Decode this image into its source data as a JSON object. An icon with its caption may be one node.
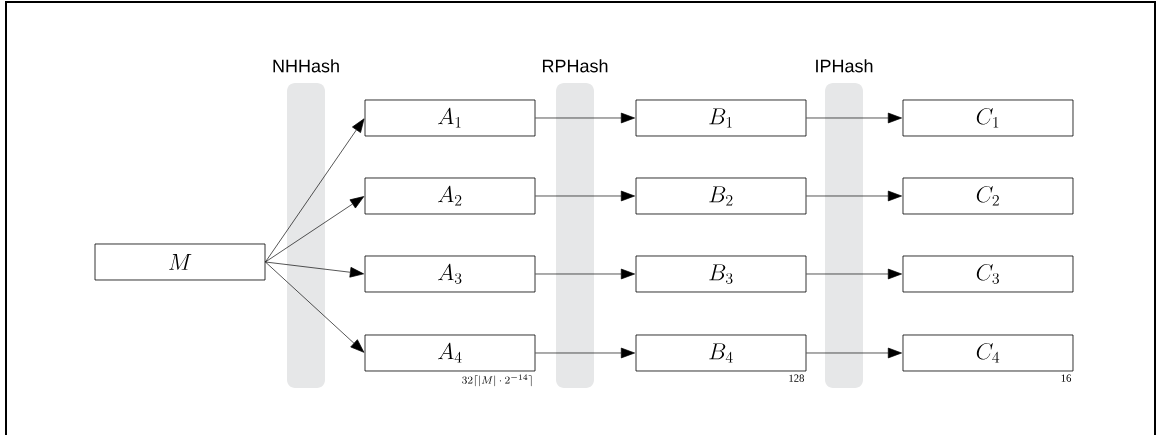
{
  "diagram": {
    "nodes": [
      {
        "text": [
          "M"
        ]
      },
      {
        "text": [
          "A_1"
        ]
      },
      {
        "text": [
          "A_2"
        ]
      },
      {
        "text": [
          "A_3"
        ]
      },
      {
        "text": [
          "A_4"
        ],
        "beside": [
          "32\\lceil |M|\\cdot 2^{-14}\\rceil"
        ]
      },
      {
        "text": [
          "B_1"
        ]
      },
      {
        "text": [
          "B_2"
        ]
      },
      {
        "text": [
          "B_3"
        ]
      },
      {
        "text": [
          "B_4"
        ],
        "beside": [
          "128"
        ]
      },
      {
        "text": [
          "C_1"
        ]
      },
      {
        "text": [
          "C_2"
        ]
      },
      {
        "text": [
          "C_3"
        ]
      },
      {
        "text": [
          "C_4"
        ],
        "beside": [
          "16"
        ]
      }
    ],
    "edges": [
      {
        "from": 0,
        "to": 1,
        "arrow": "to"
      },
      {
        "from": 0,
        "to": 2,
        "arrow": "to"
      },
      {
        "from": 0,
        "to": 3,
        "arrow": "to"
      },
      {
        "from": 0,
        "to": 4,
        "arrow": "to"
      },
      {
        "from": 1,
        "to": 5,
        "arrow": "to"
      },
      {
        "from": 2,
        "to": 6,
        "arrow": "to"
      },
      {
        "from": 3,
        "to": 7,
        "arrow": "to"
      },
      {
        "from": 4,
        "to": 8,
        "arrow": "to"
      },
      {
        "from": 5,
        "to": 9,
        "arrow": "to"
      },
      {
        "from": 6,
        "to": 10,
        "arrow": "to"
      },
      {
        "from": 7,
        "to": 11,
        "arrow": "to"
      },
      {
        "from": 8,
        "to": 12,
        "arrow": "to"
      }
    ],
    "labels": [
      "NHHash",
      "RPHash",
      "IPHash"
    ]
  }
}
